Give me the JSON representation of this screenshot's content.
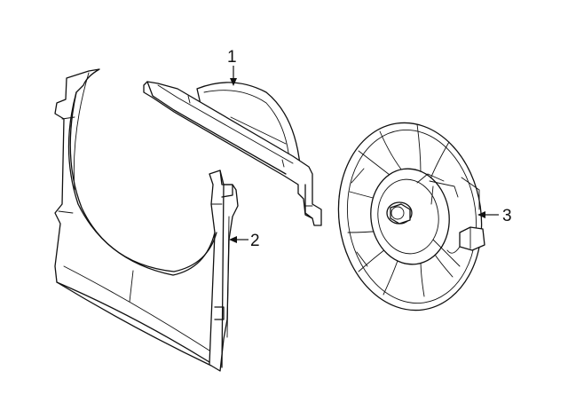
{
  "callouts": [
    {
      "id": "part-1",
      "label": "1"
    },
    {
      "id": "part-2",
      "label": "2"
    },
    {
      "id": "part-3",
      "label": "3"
    }
  ],
  "colors": {
    "line": "#111111",
    "background": "#ffffff"
  }
}
